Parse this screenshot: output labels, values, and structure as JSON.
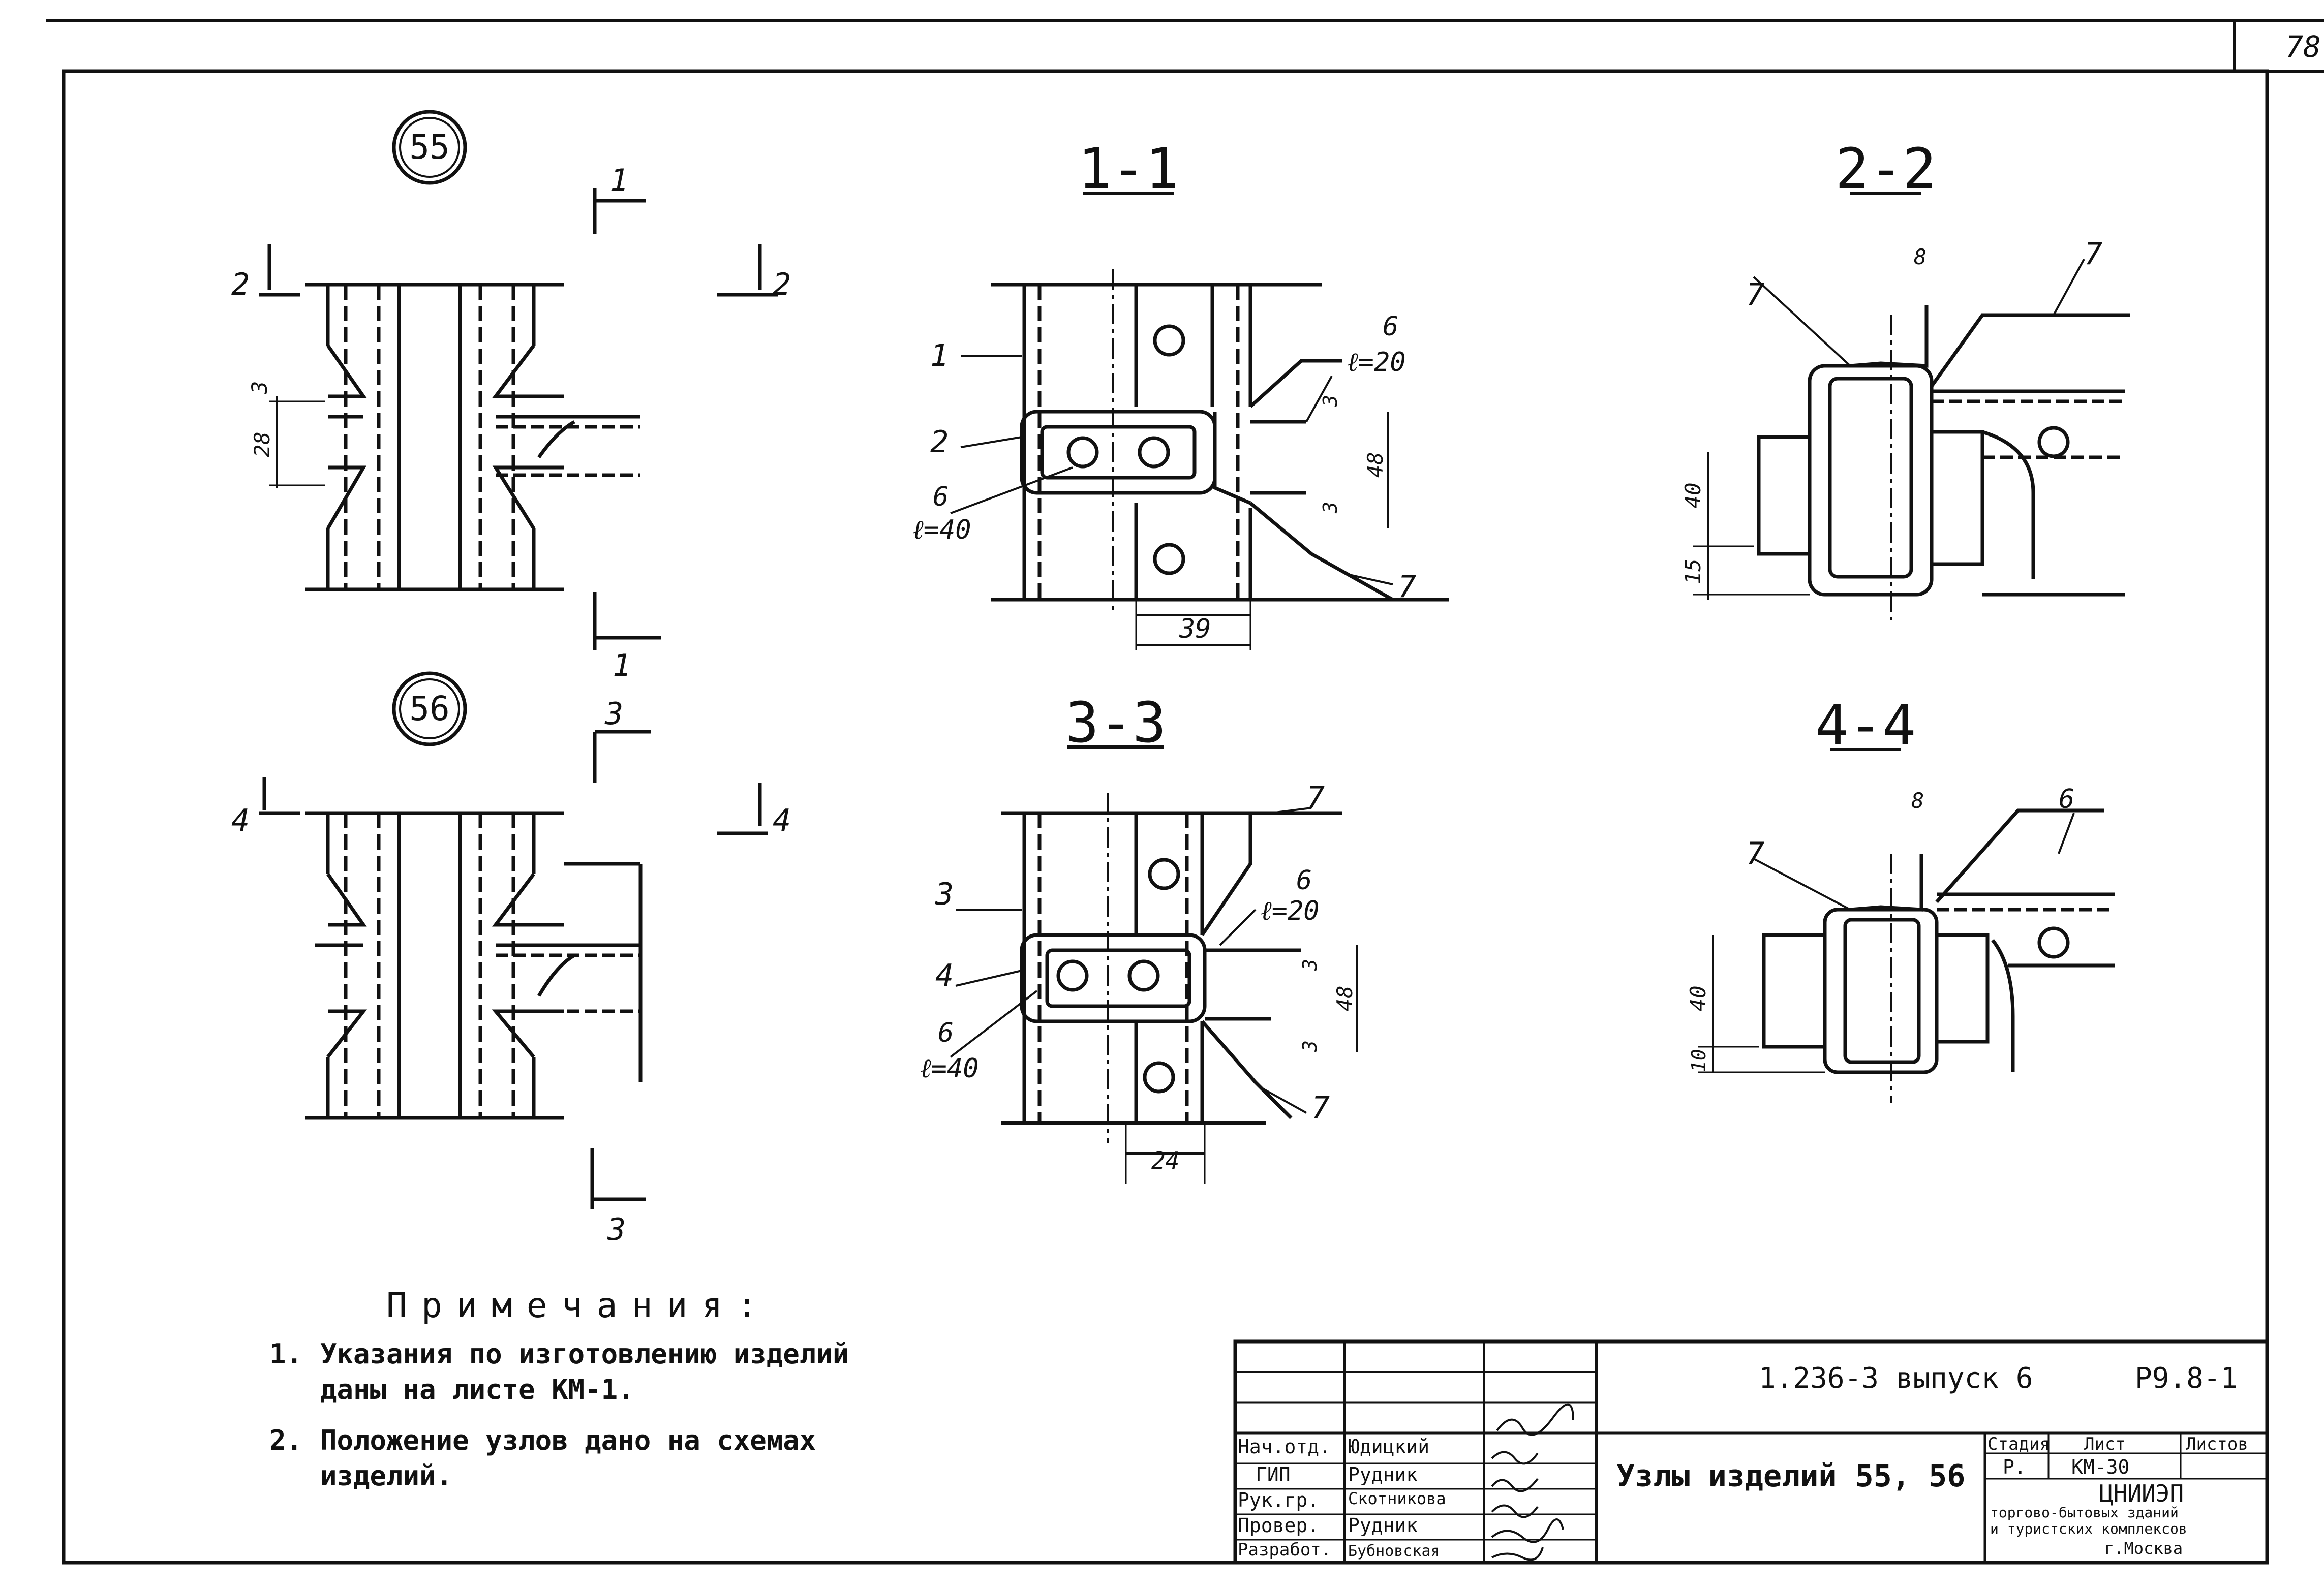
{
  "sheet_number": "78",
  "views": {
    "node55": "55",
    "node56": "56",
    "section_1": "1-1",
    "section_2": "2-2",
    "section_3": "3-3",
    "section_4": "4-4"
  },
  "cut_marks": {
    "c1": "1",
    "c2": "2",
    "c3": "3",
    "c4": "4"
  },
  "dimensions": {
    "n55_gap": "3",
    "n55_h": "28",
    "s11_width": "39",
    "s11_h": "48",
    "s11_gap_top": "3",
    "s11_gap_bot": "3",
    "s22_w": "8",
    "s22_h": "40",
    "s22_low": "15",
    "s33_width": "24",
    "s33_h": "48",
    "s33_gap_top": "3",
    "s33_gap_bot": "3",
    "s44_w": "8",
    "s44_h": "40",
    "s44_low": "10"
  },
  "callouts": {
    "s11_1": "1",
    "s11_2": "2",
    "s11_6a": "6",
    "s11_l20": "ℓ=20",
    "s11_6b": "6",
    "s11_l40": "ℓ=40",
    "s11_7": "7",
    "s22_7a": "7",
    "s22_7b": "7",
    "s33_3": "3",
    "s33_4": "4",
    "s33_7a": "7",
    "s33_6a": "6",
    "s33_l20": "ℓ=20",
    "s33_6b": "6",
    "s33_l40": "ℓ=40",
    "s33_7b": "7",
    "s44_7": "7",
    "s44_6": "6"
  },
  "notes": {
    "title": "Примечания:",
    "items": [
      {
        "num": "1.",
        "lines": [
          "Указания по изготовлению изделий",
          "даны на листе КМ-1."
        ]
      },
      {
        "num": "2.",
        "lines": [
          "Положение узлов дано на схемах",
          "изделий."
        ]
      }
    ]
  },
  "title_block": {
    "doc_code": "1.236-3  выпуск 6",
    "sheet_code": "Р9.8-1",
    "title": "Узлы изделий 55, 56",
    "roles": [
      "Нач.отд.",
      "ГИП",
      "Рук.гр.",
      "Провер.",
      "Разработ."
    ],
    "names": [
      "Юдицкий",
      "Рудник",
      "Скотникова",
      "Рудник",
      "Бубновская"
    ],
    "stage_header": "Стадия",
    "sheet_header": "Лист",
    "sheets_header": "Листов",
    "stage": "Р.",
    "sheet": "КМ-30",
    "org": "ЦНИИЭП",
    "org_sub1": "торгово-бытовых зданий",
    "org_sub2": "и туристских комплексов",
    "city": "г.Москва"
  }
}
